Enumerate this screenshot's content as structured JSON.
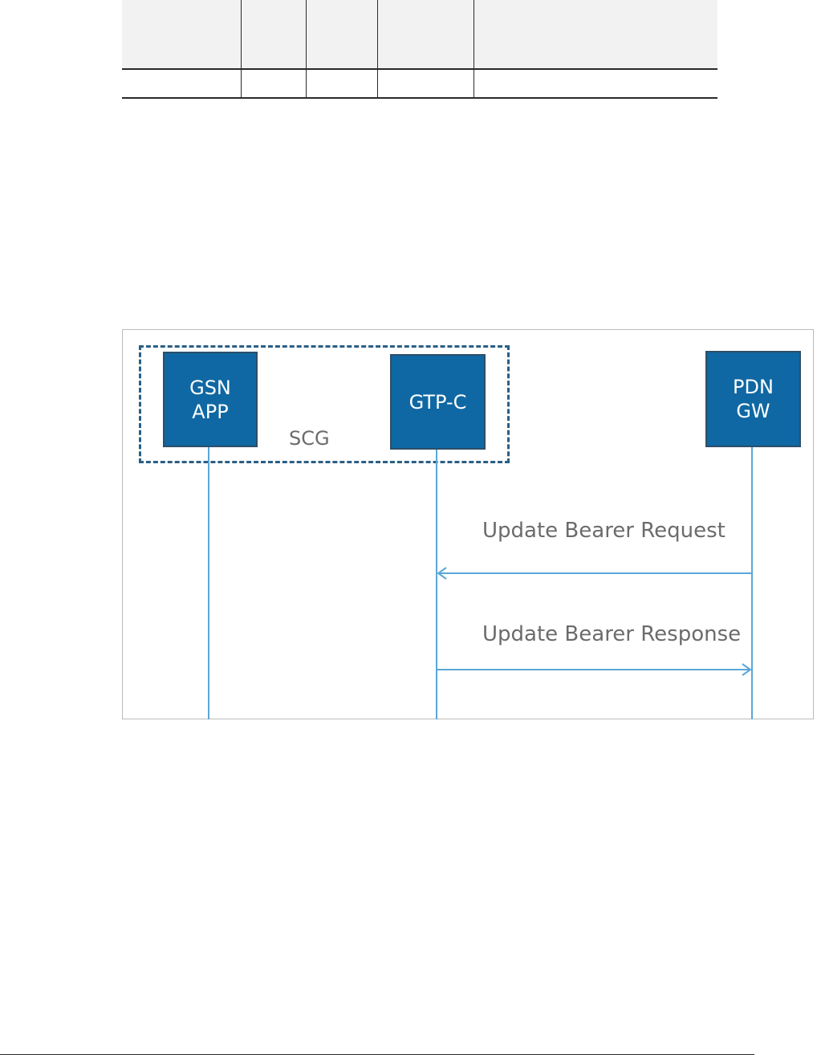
{
  "diagram": {
    "group_label": "SCG",
    "nodes": {
      "gsn_app": "GSN\nAPP",
      "gtp_c": "GTP-C",
      "pdn_gw": "PDN\nGW"
    },
    "messages": {
      "request": "Update Bearer Request",
      "response": "Update Bearer Response"
    },
    "colors": {
      "node_fill": "#0f68a3",
      "lifeline": "#5ba7d8",
      "group_border": "#2a5f86"
    }
  }
}
